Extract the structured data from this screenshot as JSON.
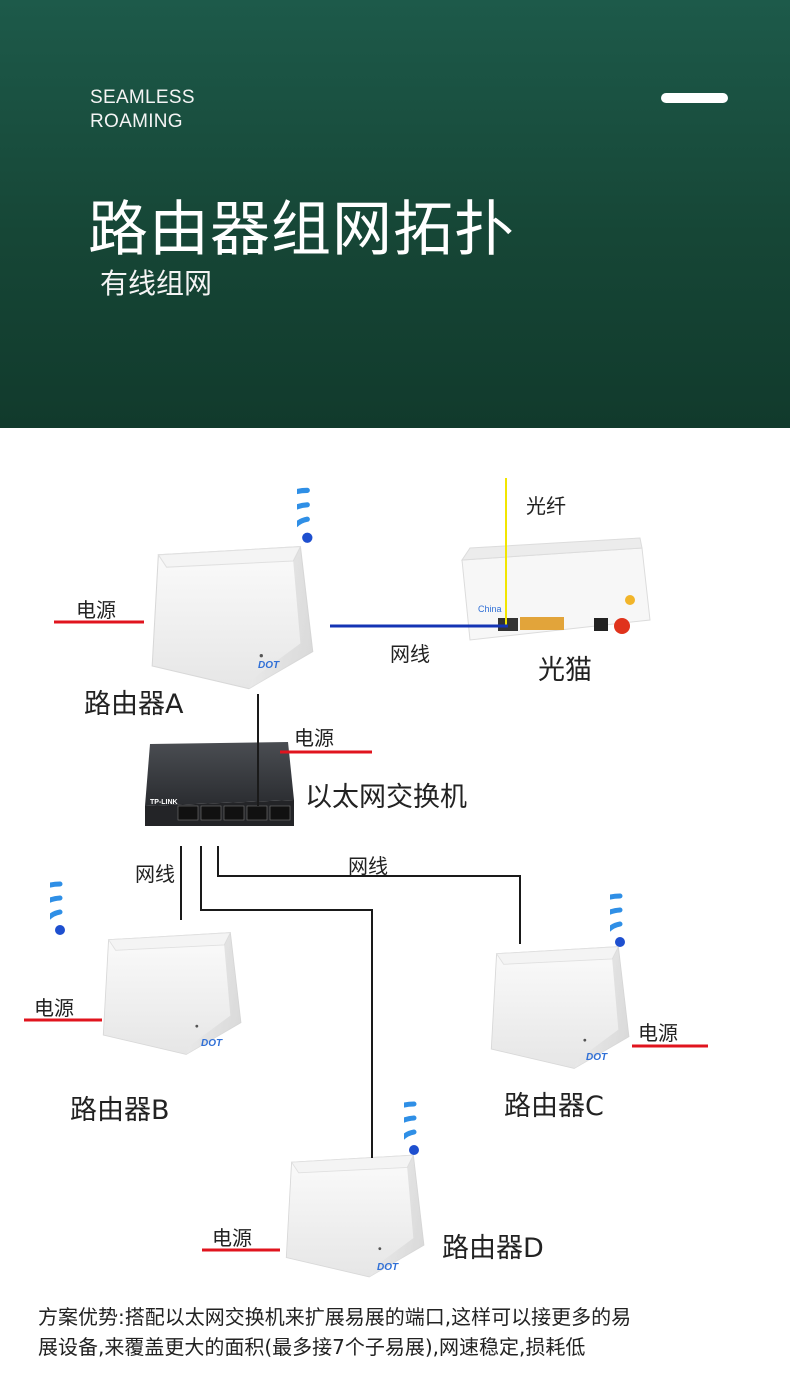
{
  "header": {
    "tagline": [
      "SEAMLESS",
      "ROAMING"
    ],
    "title": "路由器组网拓扑",
    "subtitle": "有线组网"
  },
  "diagram": {
    "fiber_label": "光纤",
    "modem_label": "光猫",
    "cable_label_a": "网线",
    "cable_label_b": "网线",
    "cable_label_c": "网线",
    "switch_label": "以太网交换机",
    "switch_brand": "TP-LINK",
    "router_brand": "DOT",
    "power_label": "电源",
    "routers": {
      "a": "路由器A",
      "b": "路由器B",
      "c": "路由器C",
      "d": "路由器D"
    },
    "colors": {
      "power_line": "#e0141e",
      "ethernet_line": "#1434b4",
      "fiber_line": "#f2e600",
      "wifi": "#2f8fe6",
      "accent_green": "#1d5a4a"
    }
  },
  "footer": {
    "line1": "方案优势:搭配以太网交换机来扩展易展的端口,这样可以接更多的易",
    "line2": "展设备,来覆盖更大的面积(最多接7个子易展),网速稳定,损耗低"
  }
}
